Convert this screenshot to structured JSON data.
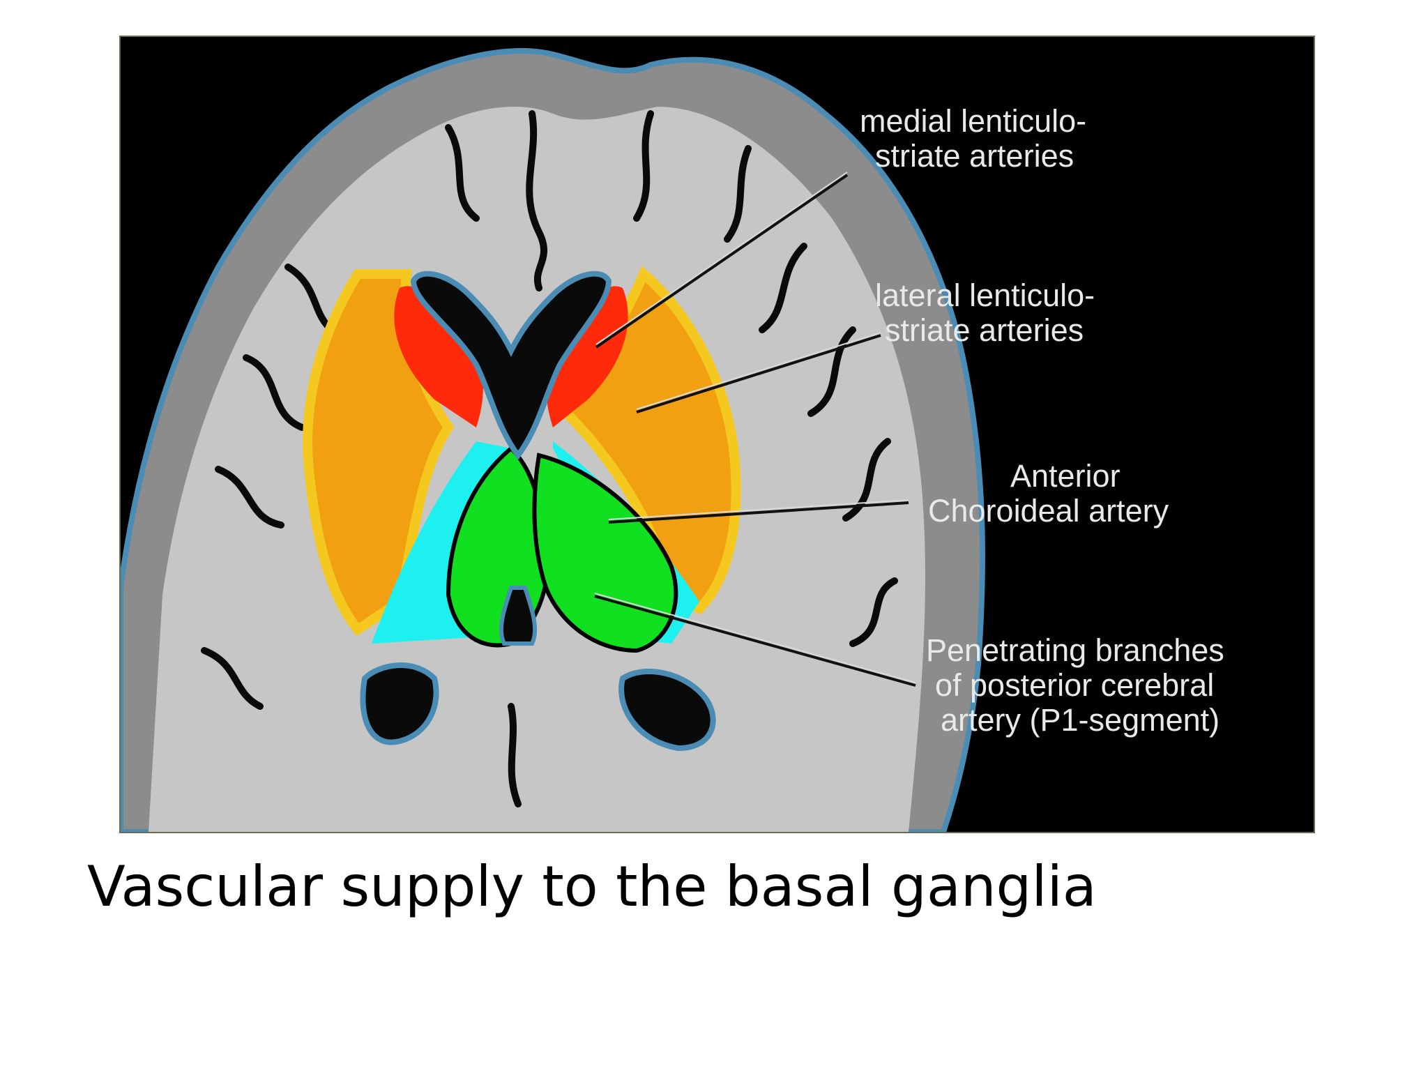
{
  "figure": {
    "labels": {
      "medial": [
        "medial lenticulo-",
        "striate arteries"
      ],
      "lateral": [
        "lateral lenticulo-",
        "striate arteries"
      ],
      "choroidal": [
        "Anterior",
        "Choroideal artery"
      ],
      "posterior": [
        "Penetrating branches",
        "of posterior cerebral",
        "artery (P1-segment)"
      ]
    },
    "colors": {
      "medial_lenticulostriate": "#ff2a0a",
      "lateral_lenticulostriate": "#f0a010",
      "anterior_choroidal": "#1ef0f0",
      "posterior_cerebral_p1": "#10e020",
      "white_matter": "#c8c8c8",
      "gray_matter": "#8a8a8a",
      "csf_outline": "#4a8cb4"
    }
  },
  "caption": "Vascular supply to the basal ganglia"
}
